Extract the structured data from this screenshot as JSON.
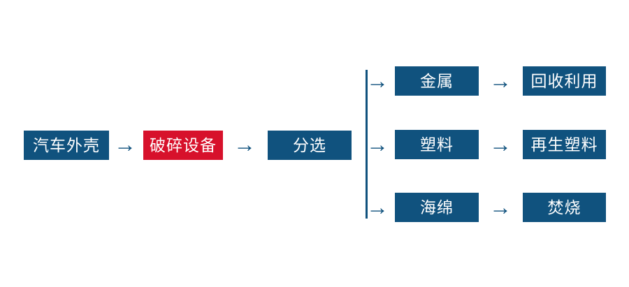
{
  "diagram": {
    "type": "flowchart",
    "direction": "left-to-right",
    "flow": {
      "main": [
        {
          "label": "汽车外壳",
          "variant": "blue"
        },
        {
          "label": "破碎设备",
          "variant": "red"
        },
        {
          "label": "分选",
          "variant": "blue"
        }
      ],
      "branches": [
        {
          "item": "金属",
          "result": "回收利用"
        },
        {
          "item": "塑料",
          "result": "再生塑料"
        },
        {
          "item": "海绵",
          "result": "焚烧"
        }
      ]
    },
    "edges": [
      "汽车外壳 → 破碎设备",
      "破碎设备 → 分选",
      "分选 → 金属",
      "分选 → 塑料",
      "分选 → 海绵",
      "金属 → 回收利用",
      "塑料 → 再生塑料",
      "海绵 → 焚烧"
    ],
    "colors": {
      "node_blue": "#10527E",
      "node_red": "#D7112B",
      "arrow_blue": "#10527E",
      "text": "#FFFFFF",
      "background": "#FFFFFF"
    }
  },
  "icons": {
    "arrow_right": "→"
  }
}
